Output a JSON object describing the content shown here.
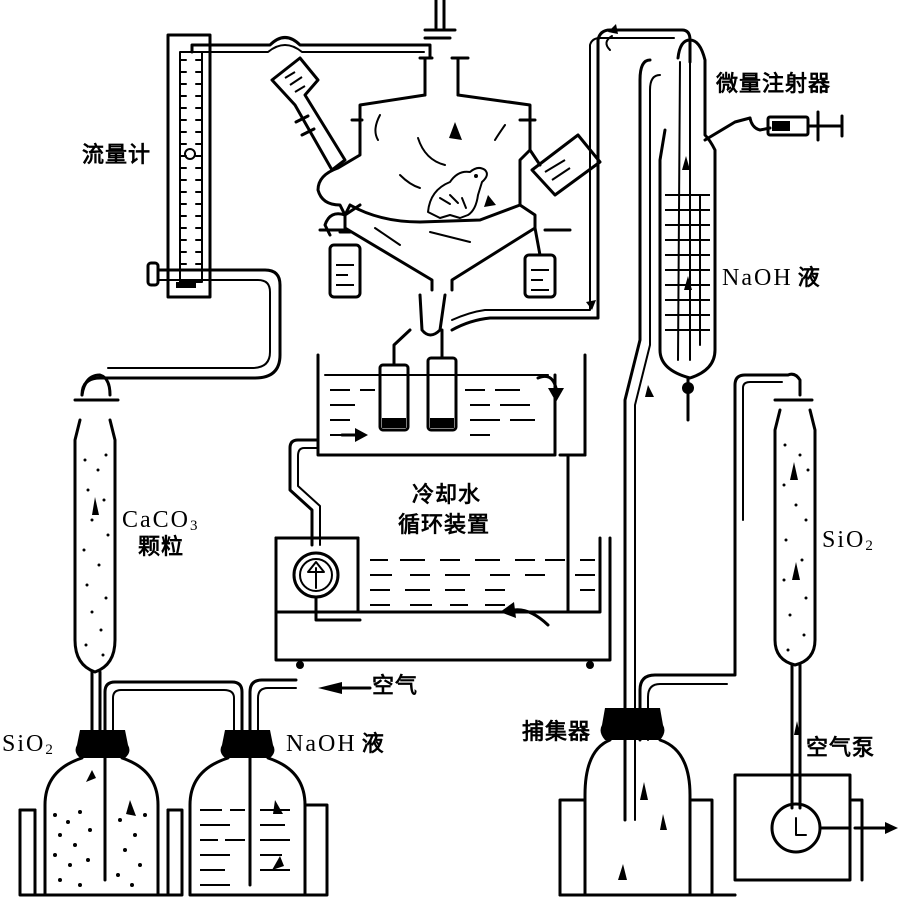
{
  "diagram": {
    "title": "",
    "labels": {
      "flowmeter": "流量计",
      "microsyringe": "微量注射器",
      "naoh_top": {
        "formula": "NaOH",
        "suffix": "液"
      },
      "caco3": {
        "main": "CaCO",
        "sub": "3",
        "line2": "颗粒"
      },
      "cooling_line1": "冷却水",
      "cooling_line2": "循环装置",
      "air_inlet": "空气",
      "sio2_left": {
        "main": "SiO",
        "sub": "2"
      },
      "naoh_bottom": {
        "formula": "NaOH",
        "suffix": "液"
      },
      "collector": "捕集器",
      "sio2_right": {
        "main": "SiO",
        "sub": "2"
      },
      "air_pump": "空气泵"
    },
    "components": [
      "flowmeter",
      "reaction-chamber",
      "animal-subject",
      "microsyringe",
      "naoh-absorber-column",
      "caco3-column",
      "cooling-water-bath",
      "circulation-pump",
      "sio2-bottle",
      "naoh-bottle",
      "collector-bottle",
      "sio2-column",
      "air-pump"
    ]
  }
}
